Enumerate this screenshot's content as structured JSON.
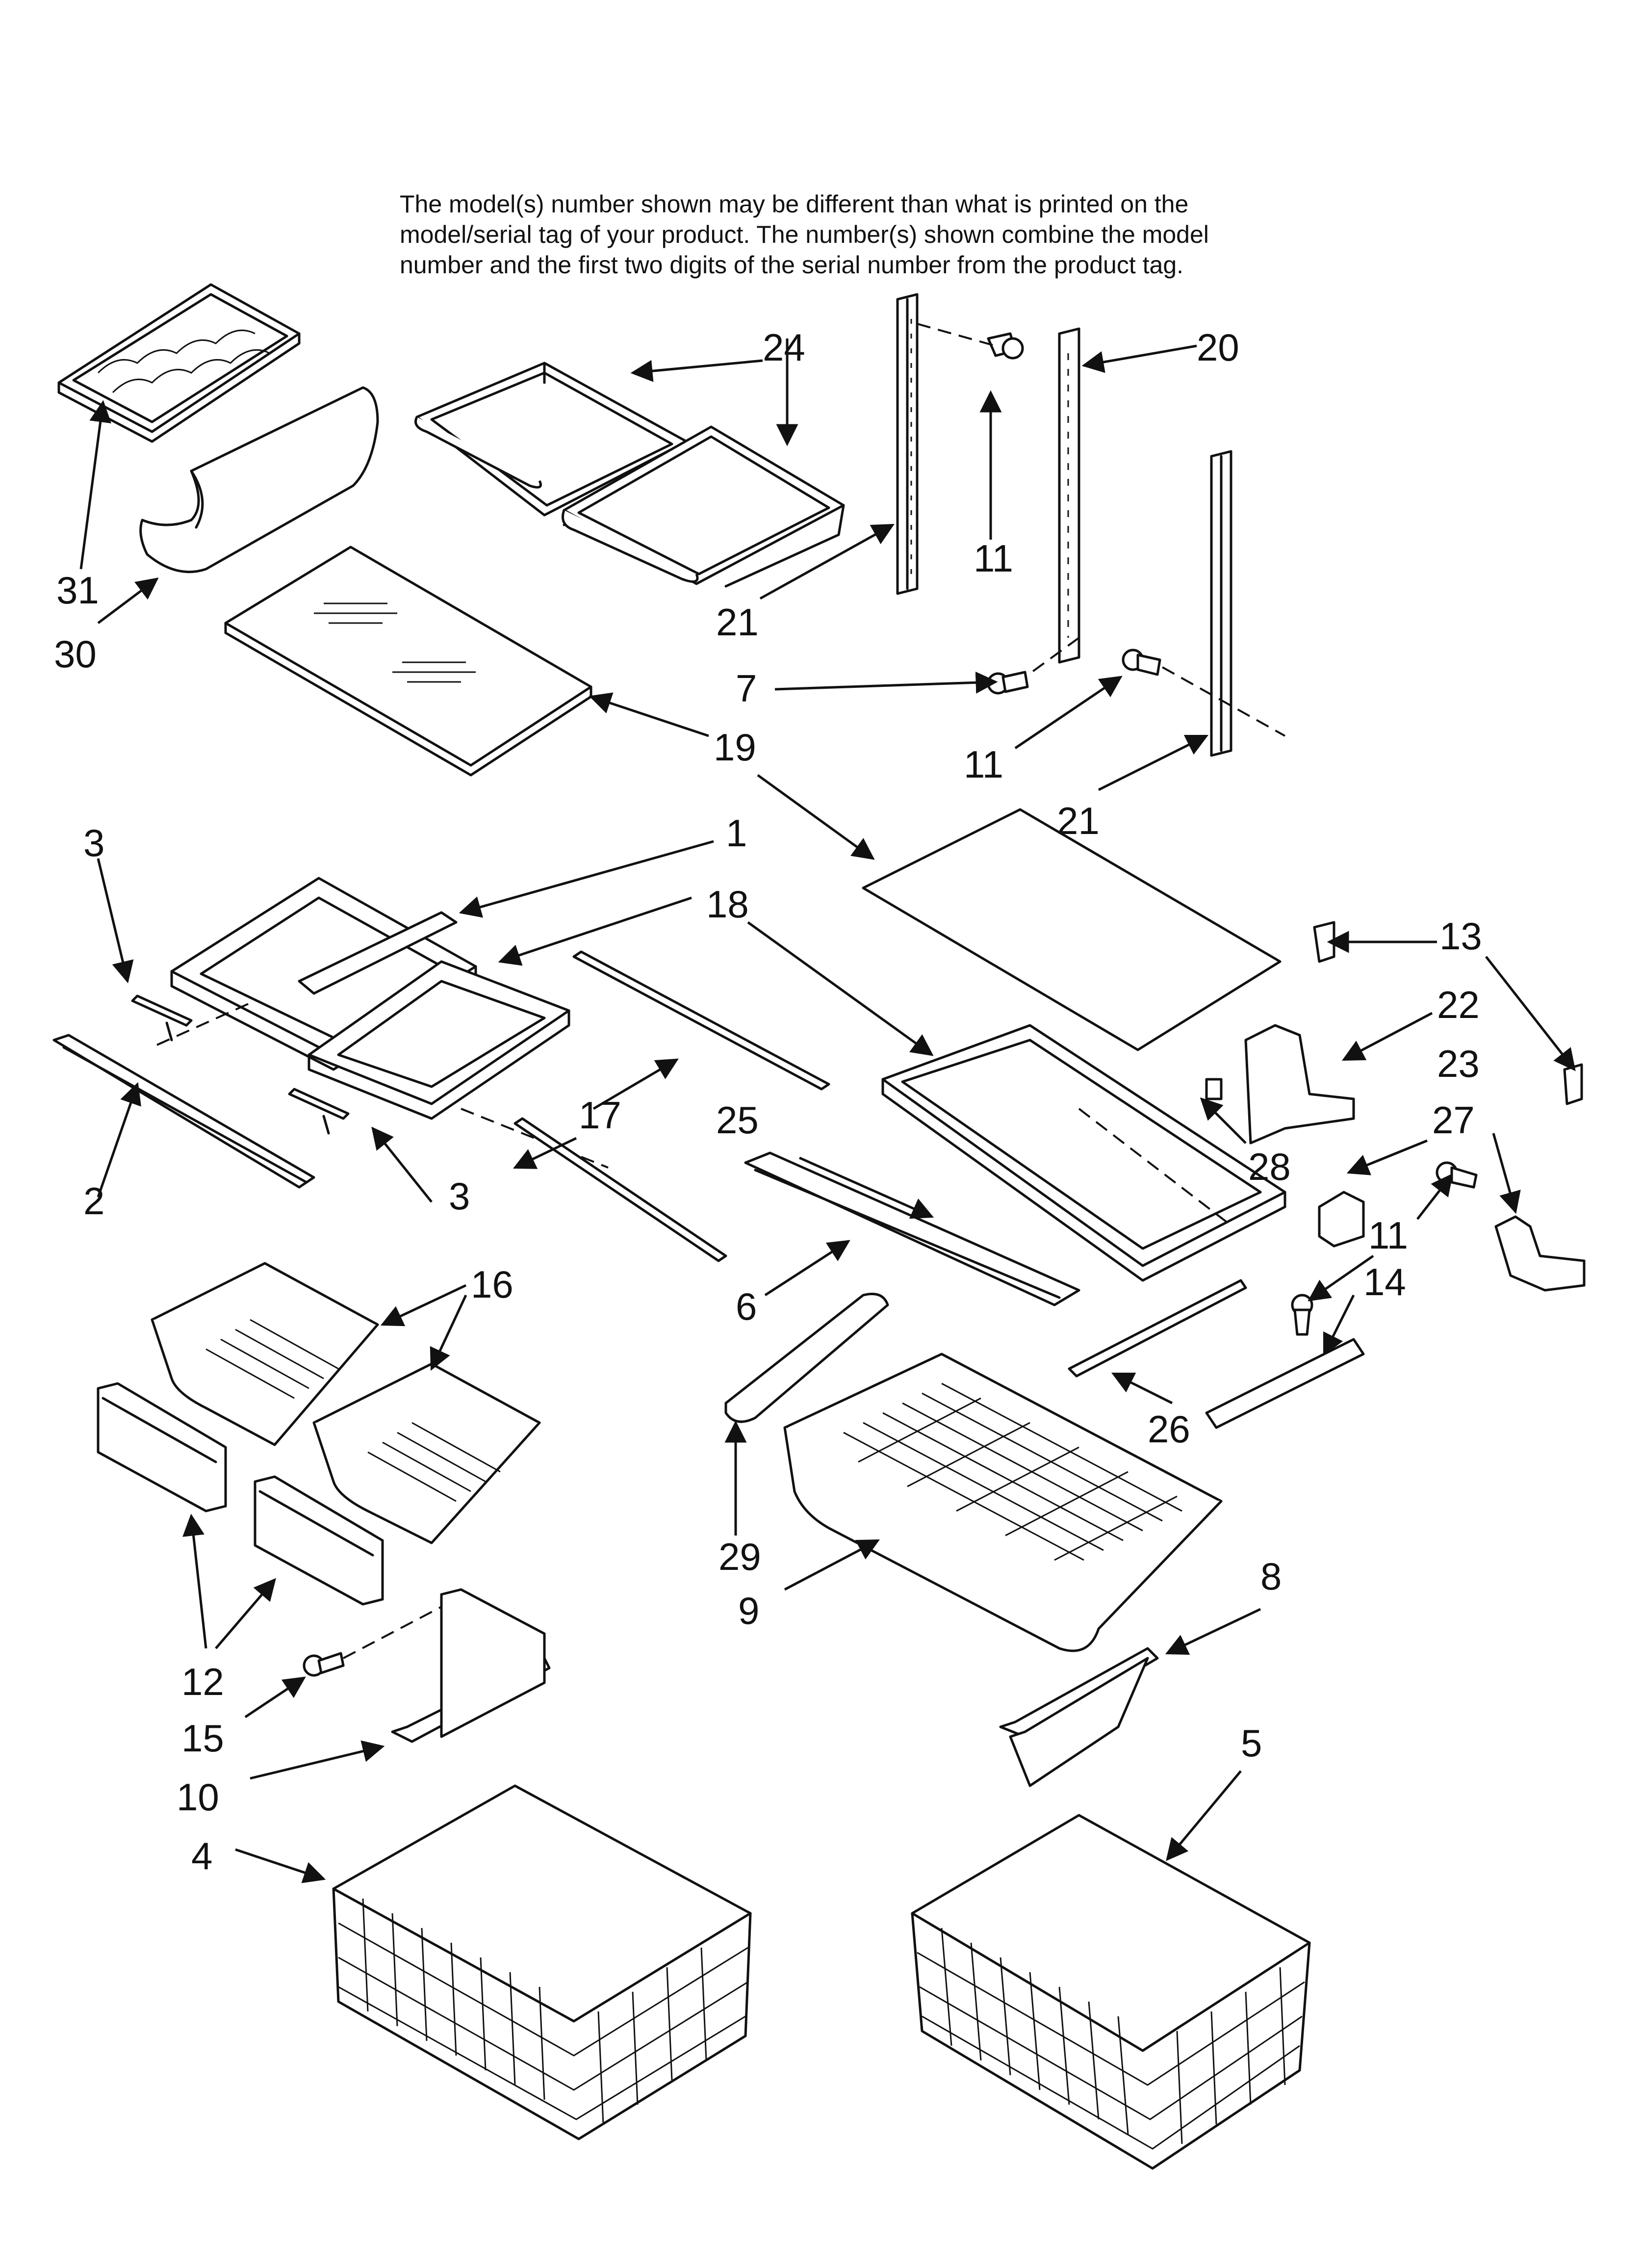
{
  "note": {
    "line1": "The model(s) number shown may be different than what is printed on the",
    "line2": "model/serial tag of your product. The number(s) shown combine the model",
    "line3": "number and the first two digits of the serial number from the product tag."
  },
  "callouts": {
    "n1": "1",
    "n2": "2",
    "n3a": "3",
    "n3b": "3",
    "n4": "4",
    "n5": "5",
    "n6": "6",
    "n7": "7",
    "n8": "8",
    "n9": "9",
    "n10": "10",
    "n11a": "11",
    "n11b": "11",
    "n11c": "11",
    "n12": "12",
    "n13": "13",
    "n14": "14",
    "n15": "15",
    "n16": "16",
    "n17": "17",
    "n18": "18",
    "n19": "19",
    "n20": "20",
    "n21a": "21",
    "n21b": "21",
    "n22": "22",
    "n23": "23",
    "n24": "24",
    "n25": "25",
    "n26": "26",
    "n27": "27",
    "n28": "28",
    "n29": "29",
    "n30": "30",
    "n31": "31"
  }
}
